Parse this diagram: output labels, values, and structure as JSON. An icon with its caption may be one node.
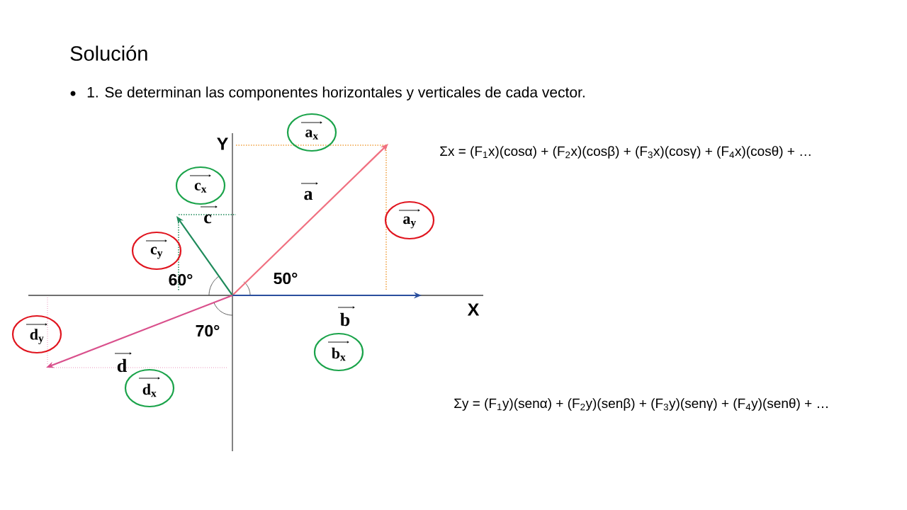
{
  "diagram": {
    "title": "Solución",
    "nodes": [
      {
        "text": [
          "a$_{x}$"
        ]
      },
      {
        "text": [
          "c$_{x}$"
        ]
      },
      {
        "text": [
          "a$_{y}$"
        ]
      },
      {
        "text": [
          "c$_{y}$"
        ]
      },
      {
        "text": [
          "d$_{y}$"
        ]
      },
      {
        "text": [
          "b$_{x}$"
        ]
      },
      {
        "text": [
          "d$_{x}$"
        ]
      }
    ],
    "labels": [
      "1. Se determinan las componentes horizontales y verticales de cada vector.",
      "Y",
      "Σx = (F$_{1}$x)(cosα) + (F$_{2}$x)(cosβ) + (F$_{3}$x)(cosγ) + (F$_{4}$x)(cosθ) + …",
      "a",
      "c",
      "60°",
      "50°",
      "X",
      "b",
      "70°",
      "d",
      "Σy = (F$_{1}$y)(senα) + (F$_{2}$y)(senβ) + (F$_{3}$y)(senγ) + (F$_{4}$y)(senθ) + …"
    ]
  }
}
